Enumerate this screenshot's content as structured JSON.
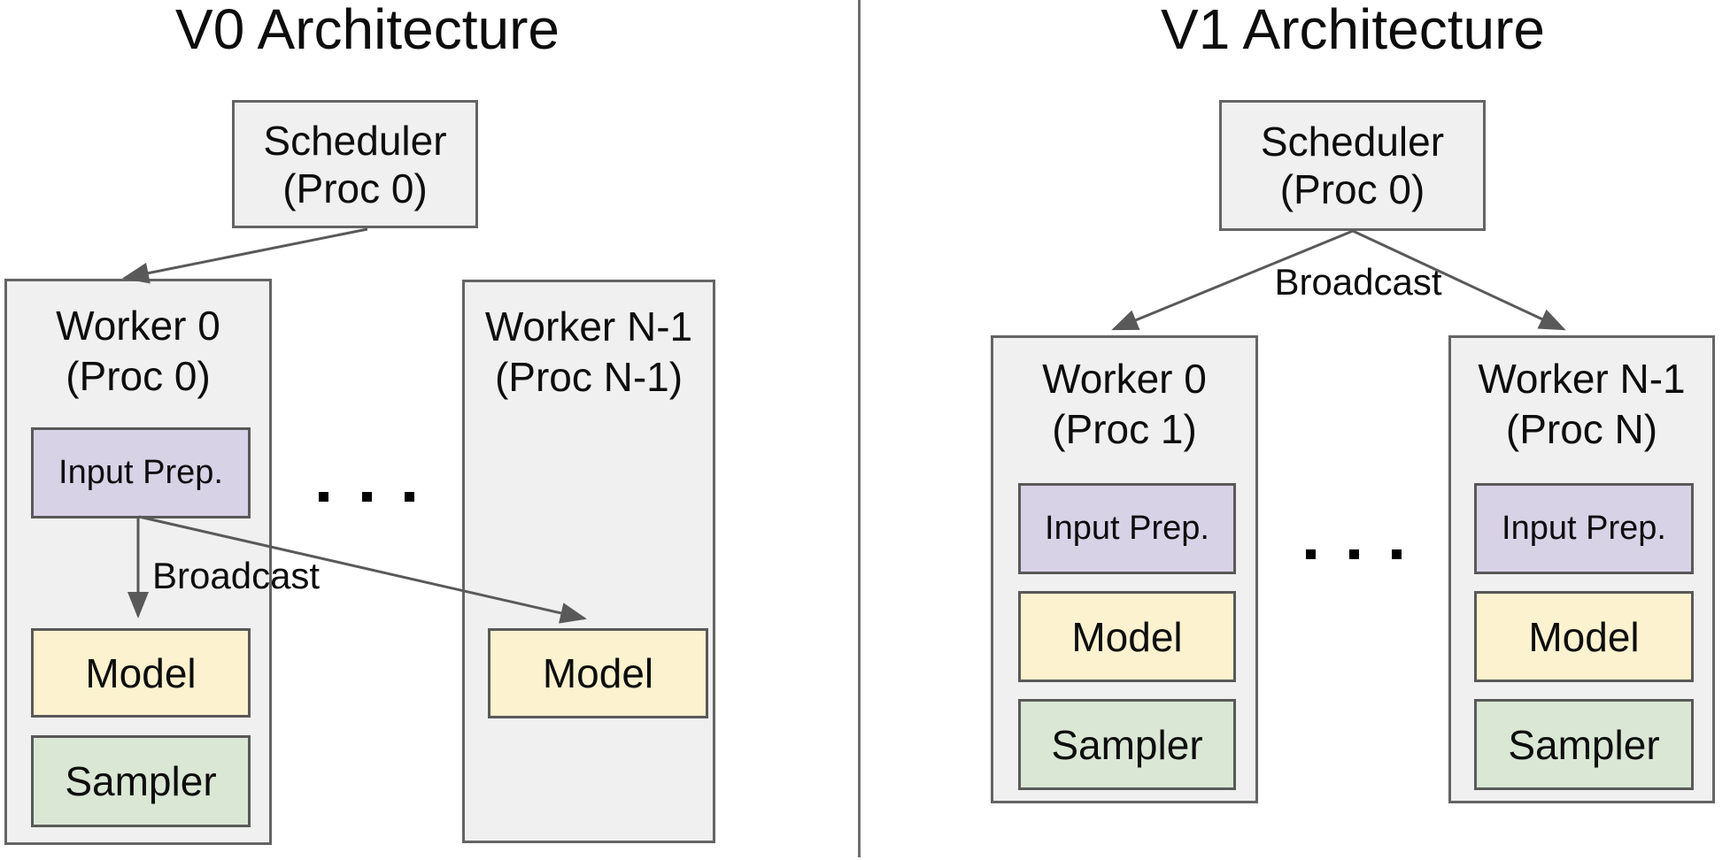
{
  "v0": {
    "title": "V0 Architecture",
    "scheduler": {
      "name": "Scheduler",
      "proc": "(Proc 0)"
    },
    "broadcast_label": "Broadcast",
    "worker0": {
      "name": "Worker 0",
      "proc": "(Proc 0)",
      "input_prep_label": "Input Prep.",
      "model_label": "Model",
      "sampler_label": "Sampler"
    },
    "workerN": {
      "name": "Worker N-1",
      "proc": "(Proc N-1)",
      "model_label": "Model"
    }
  },
  "v1": {
    "title": "V1 Architecture",
    "scheduler": {
      "name": "Scheduler",
      "proc": "(Proc 0)"
    },
    "broadcast_label": "Broadcast",
    "worker0": {
      "name": "Worker 0",
      "proc": "(Proc 1)",
      "input_prep_label": "Input Prep.",
      "model_label": "Model",
      "sampler_label": "Sampler"
    },
    "workerN": {
      "name": "Worker N-1",
      "proc": "(Proc N)",
      "input_prep_label": "Input Prep.",
      "model_label": "Model",
      "sampler_label": "Sampler"
    }
  },
  "colors": {
    "box_fill_gray": "#f0f0f0",
    "box_border": "#595959",
    "input_prep_fill": "#d8d2e7",
    "model_fill": "#fdf2cf",
    "sampler_fill": "#d9e7d4",
    "arrow": "#595959"
  }
}
